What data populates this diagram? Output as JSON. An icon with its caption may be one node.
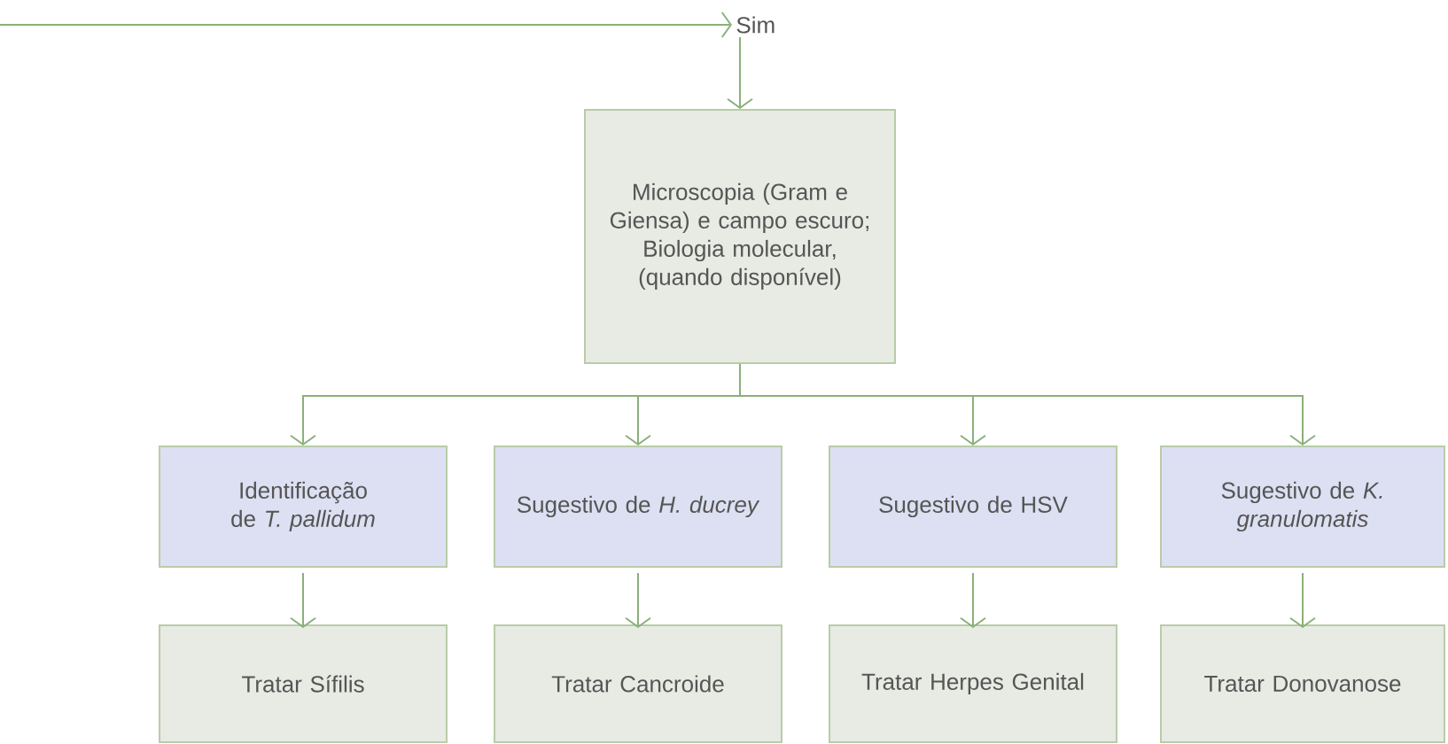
{
  "diagram": {
    "nodes": [
      {
        "text": [
          "Sim"
        ]
      },
      {
        "text": [
          "Microscopia (Gram e Giensa) e campo escuro; Biologia molecular, (quando disponível)"
        ]
      },
      {
        "text": [
          "Identificação de *T. pallidum*"
        ]
      },
      {
        "text": [
          "Sugestivo de *H. ducrey*"
        ]
      },
      {
        "text": [
          "Sugestivo de HSV"
        ]
      },
      {
        "text": [
          "Sugestivo de *K. granulomatis*"
        ]
      },
      {
        "text": [
          "Tratar Sífilis"
        ]
      },
      {
        "text": [
          "Tratar Cancroide"
        ]
      },
      {
        "text": [
          "Tratar Herpes Genital"
        ]
      },
      {
        "text": [
          "Tratar Donovanose"
        ]
      }
    ],
    "edges": [
      {
        "from": null,
        "to": 0,
        "arrow": "to"
      },
      {
        "from": 0,
        "to": 1,
        "arrow": "to"
      },
      {
        "from": 1,
        "to": 2,
        "arrow": "to"
      },
      {
        "from": 1,
        "to": 3,
        "arrow": "to"
      },
      {
        "from": 1,
        "to": 4,
        "arrow": "to"
      },
      {
        "from": 1,
        "to": 5,
        "arrow": "to"
      },
      {
        "from": 2,
        "to": 6,
        "arrow": "to"
      },
      {
        "from": 3,
        "to": 7,
        "arrow": "to"
      },
      {
        "from": 4,
        "to": 8,
        "arrow": "to"
      },
      {
        "from": 5,
        "to": 9,
        "arrow": "to"
      }
    ]
  }
}
